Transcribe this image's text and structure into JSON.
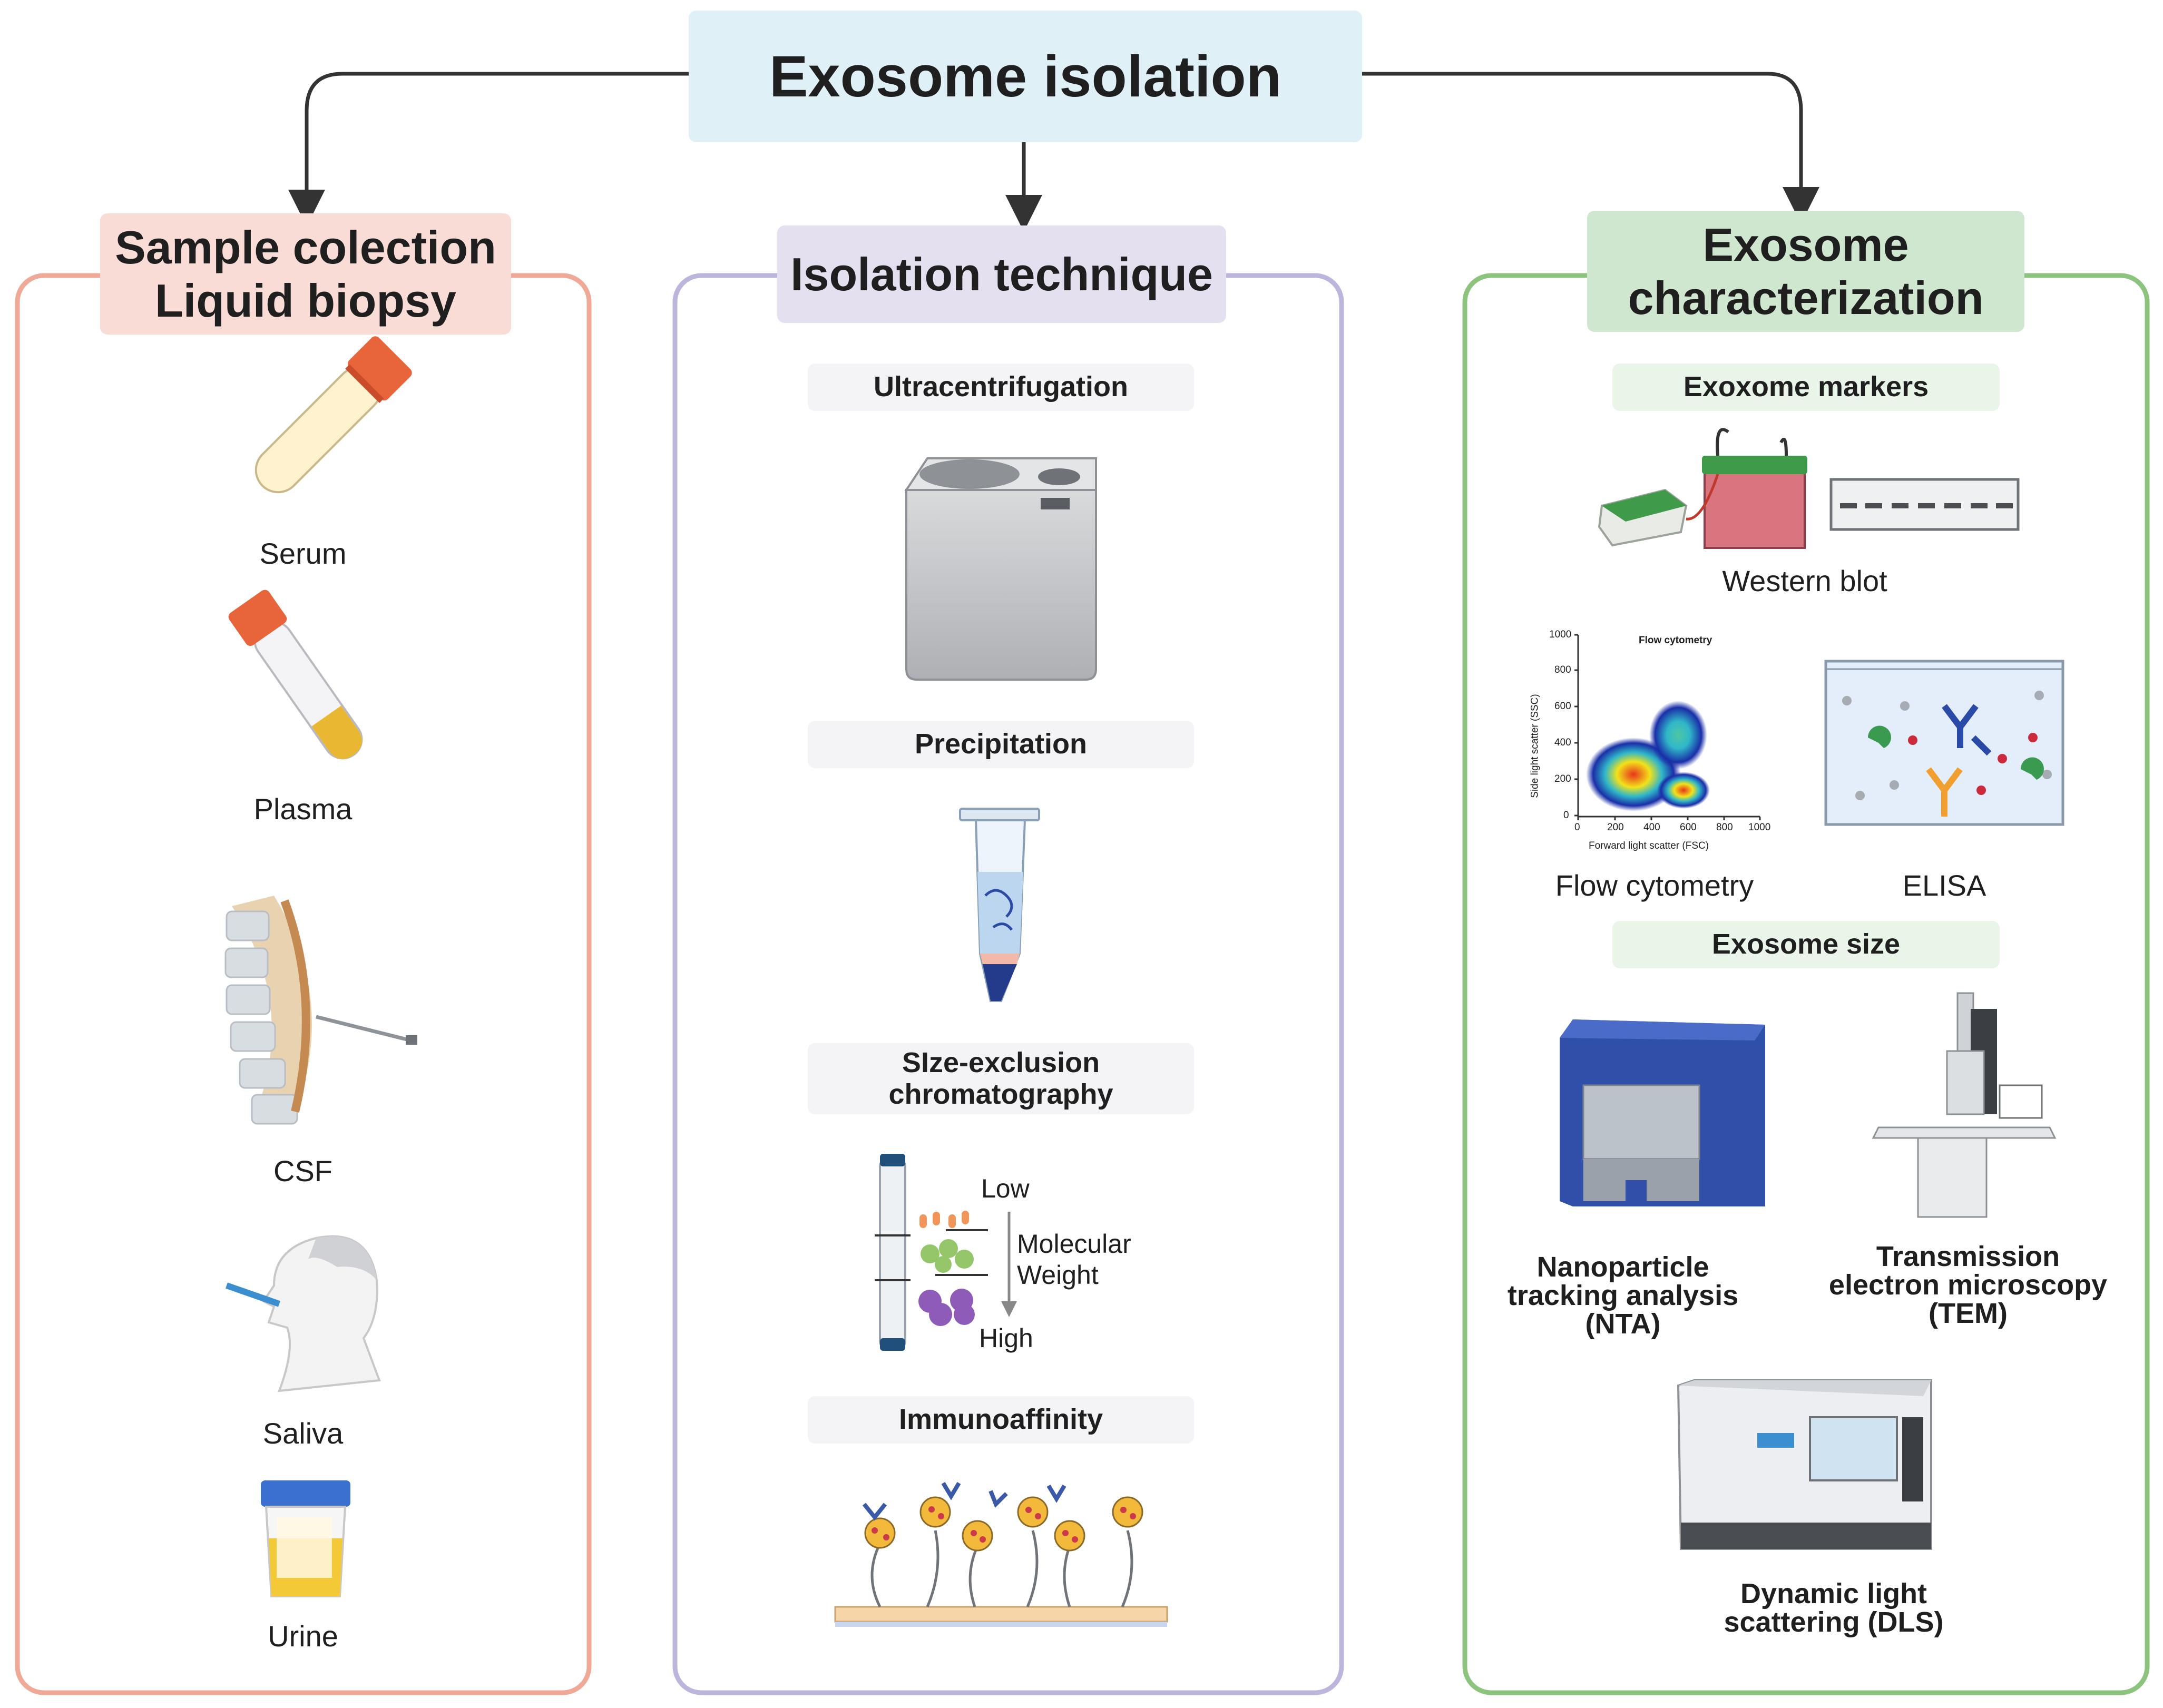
{
  "main_title": "Exosome isolation",
  "columns": {
    "sample": {
      "title_line1": "Sample colection",
      "title_line2": "Liquid biopsy",
      "items": [
        "Serum",
        "Plasma",
        "CSF",
        "Saliva",
        "Urine"
      ]
    },
    "isolation": {
      "title": "Isolation technique",
      "steps": {
        "ultracentrifugation": "Ultracentrifugation",
        "precipitation": "Precipitation",
        "sec_line1": "SIze-exclusion",
        "sec_line2": "chromatography",
        "immunoaffinity": "Immunoaffinity"
      },
      "sec_labels": {
        "low": "Low",
        "mw_line1": "Molecular",
        "mw_line2": "Weight",
        "high": "High"
      }
    },
    "characterization": {
      "title_line1": "Exosome",
      "title_line2": "characterization",
      "markers_header": "Exoxome markers",
      "western_blot": "Western blot",
      "flow_cytometry": "Flow cytometry",
      "elisa": "ELISA",
      "size_header": "Exosome size",
      "nta_line1": "Nanoparticle",
      "nta_line2": "tracking analysis",
      "nta_line3": "(NTA)",
      "tem_line1": "Transmission",
      "tem_line2": "electron microscopy",
      "tem_line3": "(TEM)",
      "dls_line1": "Dynamic light",
      "dls_line2": "scattering (DLS)",
      "flow_plot": {
        "title": "Flow cytometry",
        "xlabel": "Forward light scatter (FSC)",
        "ylabel": "Side light scatter (SSC)",
        "x_ticks": [
          "0",
          "200",
          "400",
          "600",
          "800",
          "1000"
        ],
        "y_ticks": [
          "0",
          "200",
          "400",
          "600",
          "800",
          "1000"
        ]
      }
    }
  },
  "colors": {
    "sample": "#f0a996",
    "isolation": "#bdb5dc",
    "characterization": "#8cc47e"
  }
}
